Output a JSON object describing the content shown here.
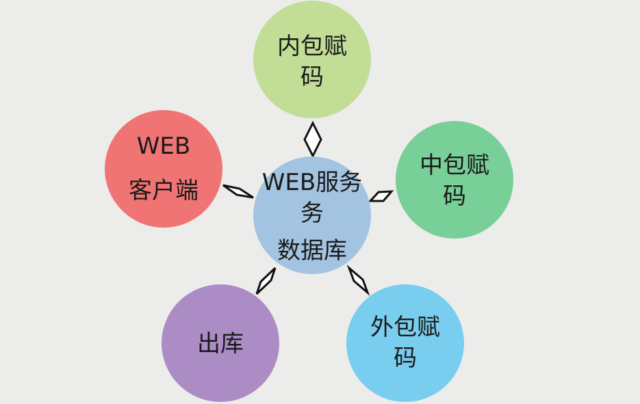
{
  "nodes": {
    "center": {
      "lines": [
        "WEB服务",
        "务",
        "数据库"
      ],
      "color": "#a3c4e0"
    },
    "top": {
      "lines": [
        "内包赋",
        "码"
      ],
      "color": "#c1dd96"
    },
    "left": {
      "lines": [
        "WEB",
        "客户端"
      ],
      "color": "#f17474"
    },
    "right": {
      "lines": [
        "中包赋",
        "码"
      ],
      "color": "#79cf98"
    },
    "bottom_left": {
      "lines": [
        "出库"
      ],
      "color": "#ac8cc4"
    },
    "bottom_right": {
      "lines": [
        "外包赋",
        "码"
      ],
      "color": "#79cdee"
    }
  },
  "connectors": [
    {
      "name": "connector-top",
      "between": [
        "center",
        "top"
      ]
    },
    {
      "name": "connector-left",
      "between": [
        "center",
        "left"
      ]
    },
    {
      "name": "connector-right",
      "between": [
        "center",
        "right"
      ]
    },
    {
      "name": "connector-bottom-left",
      "between": [
        "center",
        "bottom_left"
      ]
    },
    {
      "name": "connector-bottom-right",
      "between": [
        "center",
        "bottom_right"
      ]
    }
  ]
}
